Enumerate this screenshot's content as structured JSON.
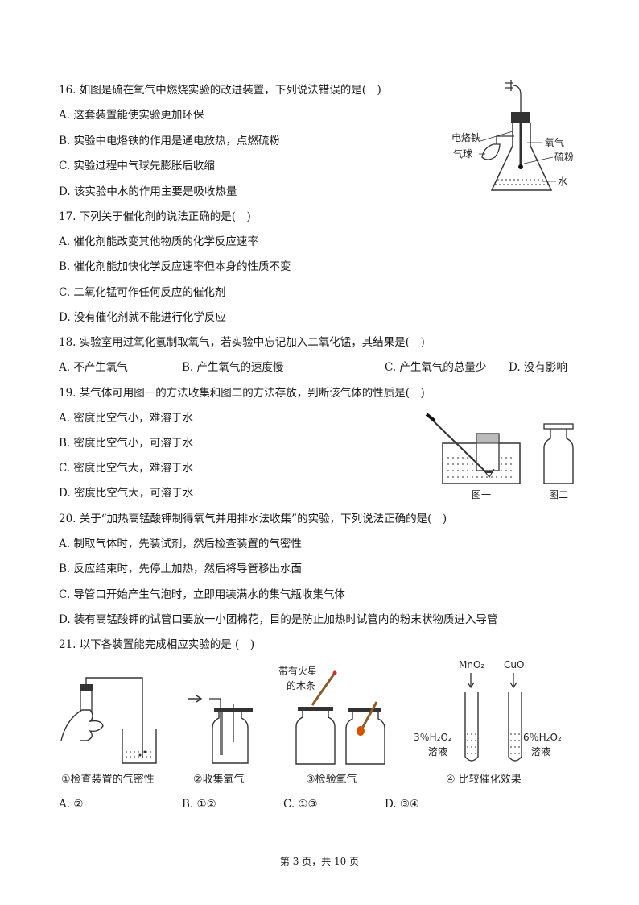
{
  "questions": {
    "q16": {
      "stem": "16. 如图是硫在氧气中燃烧实验的改进装置，下列说法错误的是(　)",
      "options": [
        "A. 这套装置能使实验更加环保",
        "B. 实验中电烙铁的作用是通电放热，点燃硫粉",
        "C. 实验过程中气球先膨胀后收缩",
        "D. 该实验中水的作用主要是吸收热量"
      ],
      "figure_labels": {
        "iron": "电烙铁",
        "balloon": "气球",
        "oxygen": "氧气",
        "sulfur": "硫粉",
        "water": "水"
      }
    },
    "q17": {
      "stem": "17. 下列关于催化剂的说法正确的是(　)",
      "options": [
        "A. 催化剂能改变其他物质的化学反应速率",
        "B. 催化剂能加快化学反应速率但本身的性质不变",
        "C. 二氧化锰可作任何反应的催化剂",
        "D. 没有催化剂就不能进行化学反应"
      ]
    },
    "q18": {
      "stem": "18. 实验室用过氧化氢制取氧气，若实验中忘记加入二氧化锰，其结果是(　)",
      "options": [
        "A. 不产生氧气",
        "B. 产生氧气的速度慢",
        "C. 产生氧气的总量少",
        "D. 没有影响"
      ]
    },
    "q19": {
      "stem": "19. 某气体可用图一的方法收集和图二的方法存放，判断该气体的性质是(　)",
      "options": [
        "A. 密度比空气小，难溶于水",
        "B. 密度比空气小，可溶于水",
        "C. 密度比空气大，难溶于水",
        "D. 密度比空气大，可溶于水"
      ],
      "figure_labels": {
        "fig1": "图一",
        "fig2": "图二"
      }
    },
    "q20": {
      "stem": "20. 关于“加热高锰酸钾制得氧气并用排水法收集”的实验，下列说法正确的是(　)",
      "options": [
        "A. 制取气体时，先装试剂，然后检查装置的气密性",
        "B. 反应结束时，先停止加热，然后将导管移出水面",
        "C. 导管口开始产生气泡时，立即用装满水的集气瓶收集气体",
        "D. 装有高锰酸钾的试管口要放一小团棉花，目的是防止加热时试管内的粉末状物质进入导管"
      ]
    },
    "q21": {
      "stem": "21. 以下各装置能完成相应实验的是 (　)",
      "options": [
        "A. ②",
        "B. ①②",
        "C. ①③",
        "D. ③④"
      ],
      "figure_labels": {
        "cap1": "①检查装置的气密性",
        "cap2": "②收集氧气",
        "cap3": "③检验氧气",
        "cap4": "④ 比较催化效果",
        "splint1": "带有火星",
        "splint2": "的木条",
        "mno2": "MnO₂",
        "cuo": "CuO",
        "sol3a": "3％H₂O₂",
        "sol3b": "溶液",
        "sol6a": "6％H₂O₂",
        "sol6b": "溶液"
      }
    }
  },
  "footer": "第 3 页，共 10 页"
}
